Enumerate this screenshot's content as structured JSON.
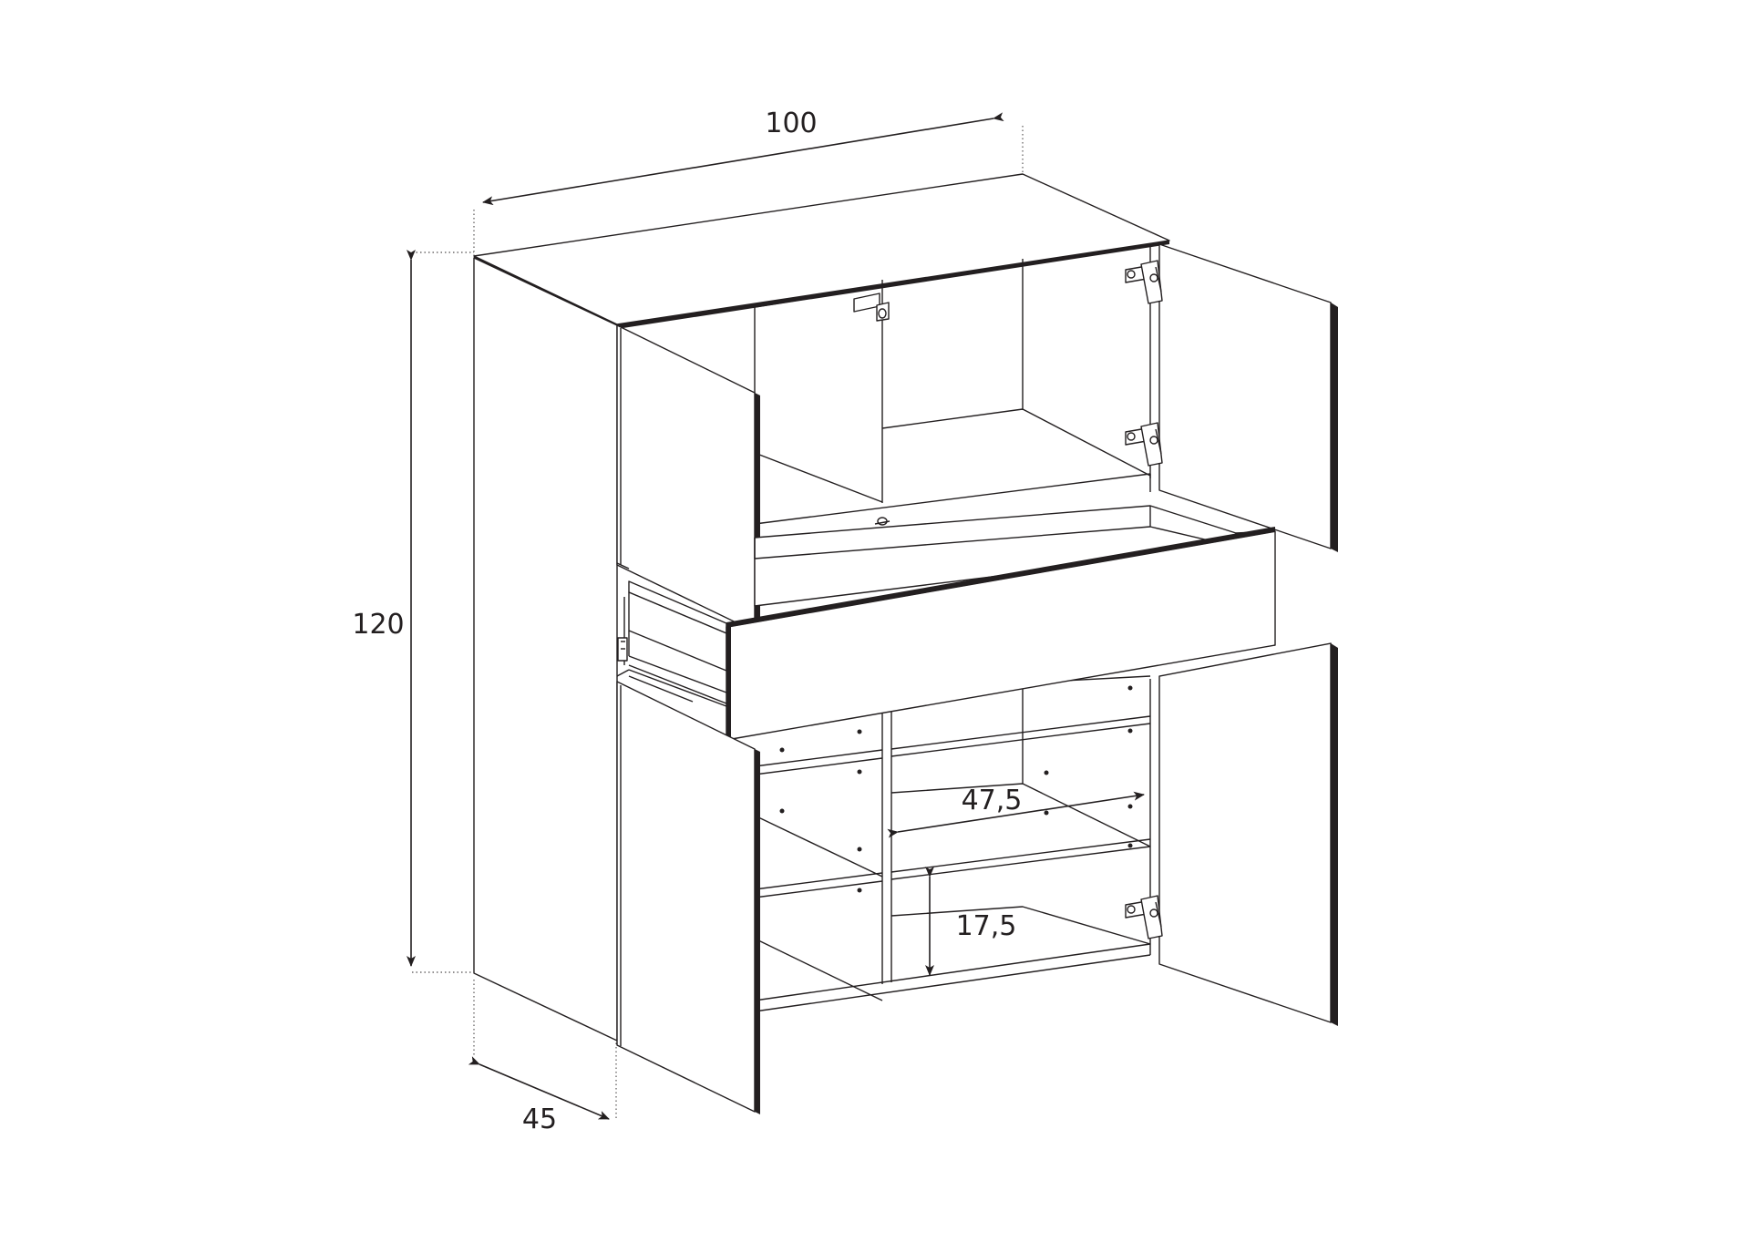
{
  "dimensions": {
    "width": "100",
    "height": "120",
    "depth": "45",
    "inner_width": "47,5",
    "shelf_spacing": "17,5"
  },
  "colors": {
    "line": "#231f20",
    "background": "#ffffff"
  }
}
